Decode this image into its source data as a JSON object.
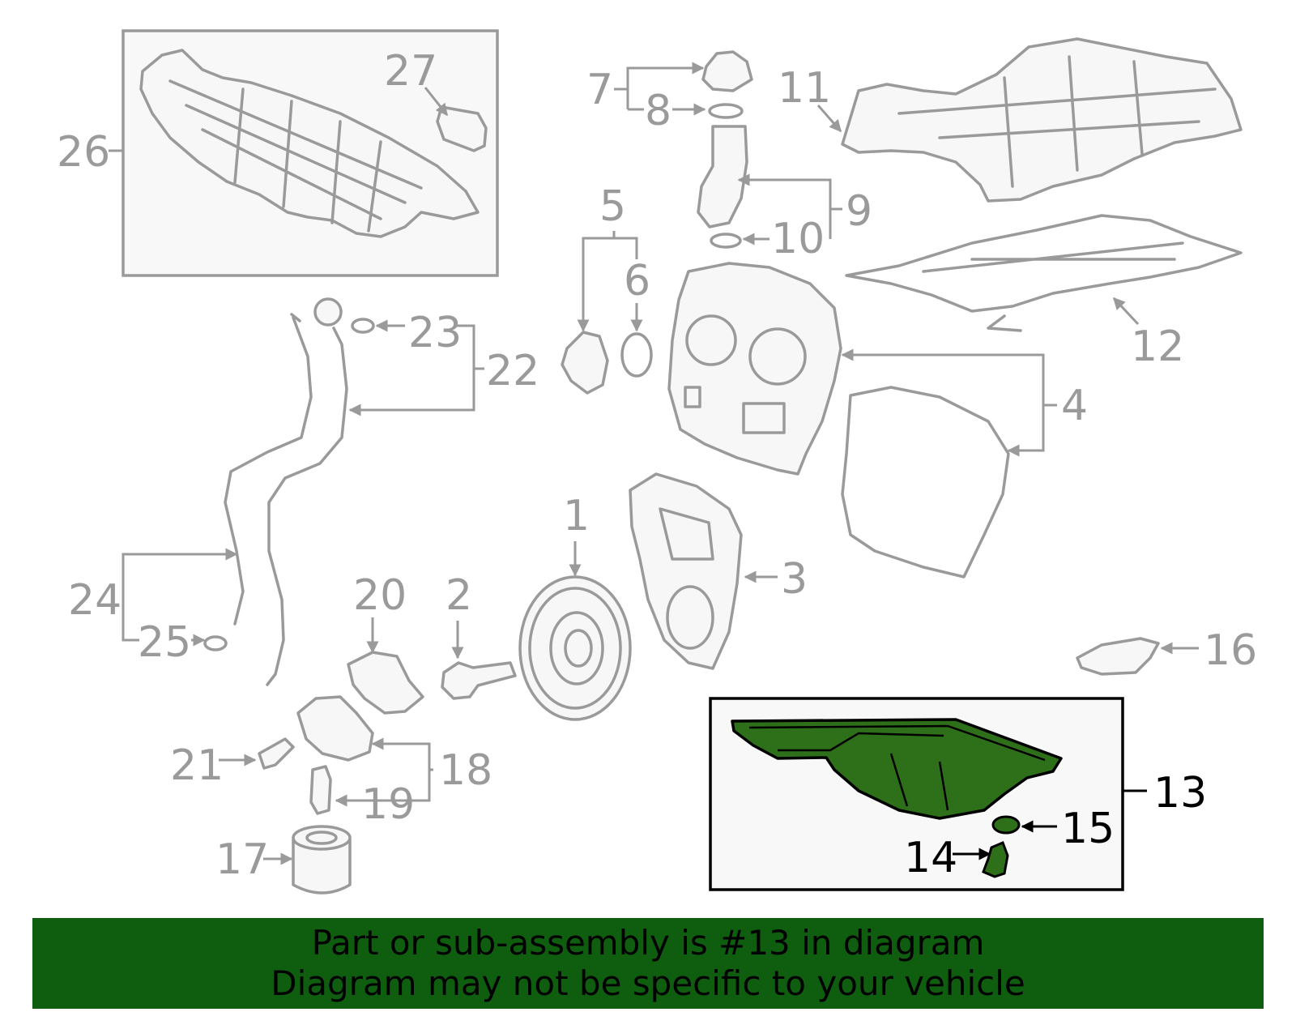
{
  "highlight": {
    "part": "13",
    "color": "#2e6f1a",
    "banner_color": "#0f5e0f"
  },
  "callouts": {
    "c1": "1",
    "c2": "2",
    "c3": "3",
    "c4": "4",
    "c5": "5",
    "c6": "6",
    "c7": "7",
    "c8": "8",
    "c9": "9",
    "c10": "10",
    "c11": "11",
    "c12": "12",
    "c13": "13",
    "c14": "14",
    "c15": "15",
    "c16": "16",
    "c17": "17",
    "c18": "18",
    "c19": "19",
    "c20": "20",
    "c21": "21",
    "c22": "22",
    "c23": "23",
    "c24": "24",
    "c25": "25",
    "c26": "26",
    "c27": "27"
  },
  "banner": {
    "line1": "Part or sub-assembly is #13 in diagram",
    "line2": "Diagram may not be specific to your vehicle"
  },
  "icons": {
    "part_drawings": "line-art"
  }
}
